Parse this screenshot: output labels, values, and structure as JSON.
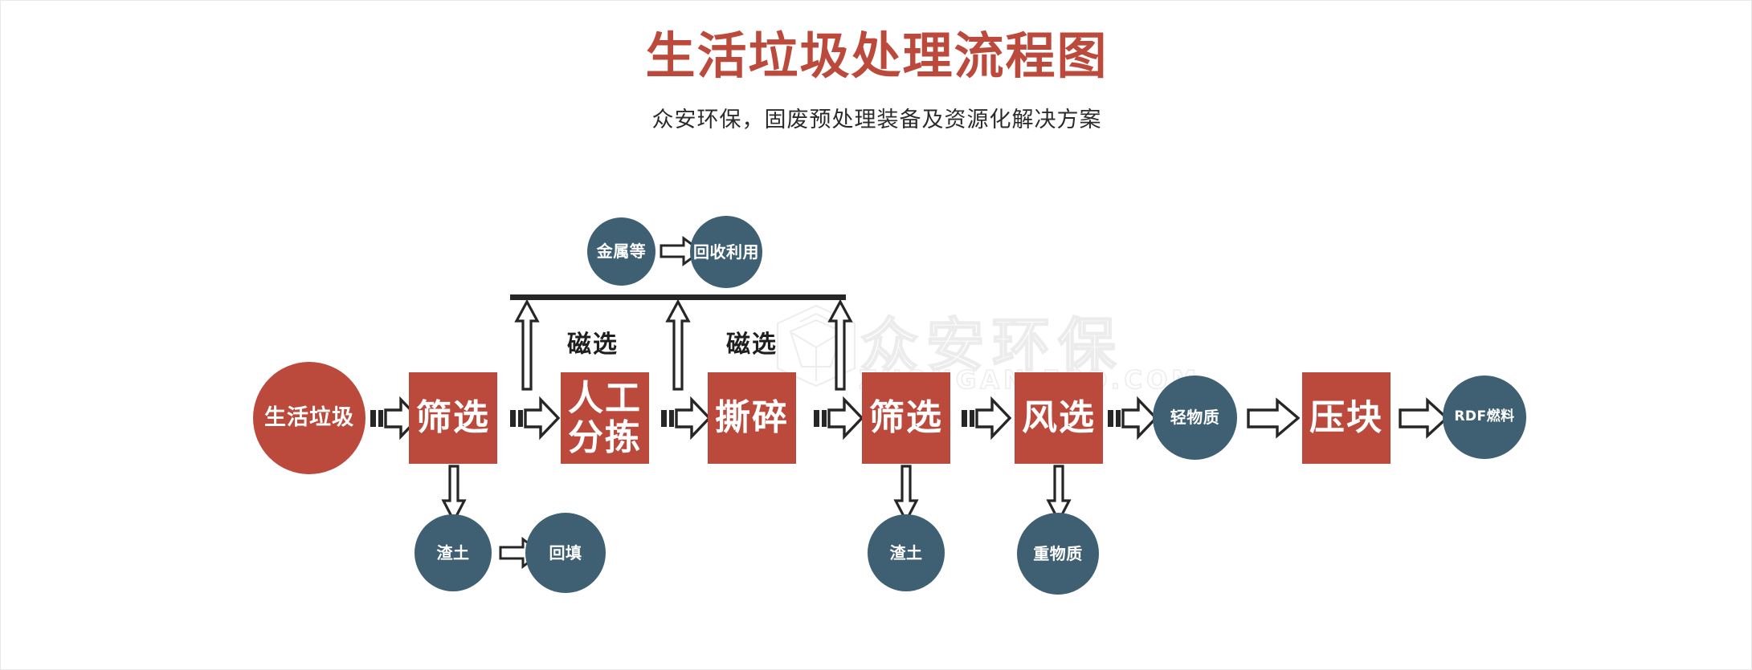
{
  "header": {
    "title": "生活垃圾处理流程图",
    "subtitle": "众安环保，固废预处理装备及资源化解决方案"
  },
  "watermark": {
    "cn": "众安环保",
    "en": "ZHONGAN-ECO.COM",
    "logo": "zhongan-logo-icon"
  },
  "colors": {
    "brand_red": "#bc4a3c",
    "brand_blue": "#3f6072",
    "ink": "#262626",
    "canvas": "#ffffff"
  },
  "chart_data": {
    "type": "flowchart",
    "title": "生活垃圾处理流程图",
    "main_flow": [
      "生活垃圾",
      "筛选",
      "人工分拣",
      "撕碎",
      "筛选",
      "风选",
      "轻物质",
      "压块",
      "RDF燃料"
    ],
    "process_labels": [
      "磁选",
      "磁选"
    ],
    "outputs_top": [
      "金属等",
      "回收利用"
    ],
    "outputs_bottom": [
      "渣土",
      "回填",
      "渣土",
      "重物质"
    ]
  },
  "nodes": {
    "n1": {
      "label": "生活垃圾",
      "shape": "circle",
      "color": "red"
    },
    "n2": {
      "label": "筛选",
      "shape": "square",
      "color": "red"
    },
    "n3_line1": "人工",
    "n3_line2": "分拣",
    "n4": {
      "label": "撕碎",
      "shape": "square",
      "color": "red"
    },
    "n5": {
      "label": "筛选",
      "shape": "square",
      "color": "red"
    },
    "n6": {
      "label": "风选",
      "shape": "square",
      "color": "red"
    },
    "n7": {
      "label": "轻物质",
      "shape": "circle",
      "color": "blue"
    },
    "n8": {
      "label": "压块",
      "shape": "square",
      "color": "red"
    },
    "n9": {
      "label": "RDF燃料",
      "shape": "circle",
      "color": "blue"
    },
    "metal": {
      "label": "金属等",
      "shape": "circle",
      "color": "blue"
    },
    "recycle": {
      "label": "回收利用",
      "shape": "circle",
      "color": "blue"
    },
    "soil1": {
      "label": "渣土",
      "shape": "circle",
      "color": "blue"
    },
    "backfill": {
      "label": "回填",
      "shape": "circle",
      "color": "blue"
    },
    "soil2": {
      "label": "渣土",
      "shape": "circle",
      "color": "blue"
    },
    "heavy": {
      "label": "重物质",
      "shape": "circle",
      "color": "blue"
    }
  },
  "labels": {
    "mag1": "磁选",
    "mag2": "磁选"
  }
}
